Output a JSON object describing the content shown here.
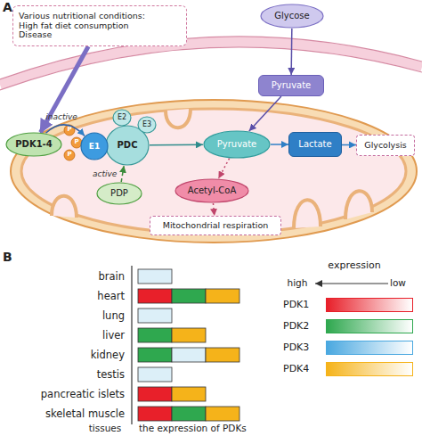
{
  "diagram": {
    "nodes": [
      {
        "text": [
          "Various nutritional conditions:",
          "High fat diet consumption",
          "Disease"
        ]
      },
      {
        "text": [
          "Glycose"
        ]
      },
      {
        "text": [
          "Pyruvate"
        ]
      },
      {
        "text": [
          "PDK1-4"
        ]
      },
      {
        "text": [
          "E2"
        ]
      },
      {
        "text": [
          "E3"
        ]
      },
      {
        "text": [
          "E1"
        ]
      },
      {
        "text": [
          "PDC"
        ]
      },
      {
        "text": [
          "PDP"
        ]
      },
      {
        "text": [
          "Pyruvate"
        ]
      },
      {
        "text": [
          "Lactate"
        ]
      },
      {
        "text": [
          "Glycolysis"
        ]
      },
      {
        "text": [
          "Acetyl-CoA"
        ]
      },
      {
        "text": [
          "Mitochondrial respiration"
        ]
      }
    ],
    "edges": [
      {
        "from": 0,
        "to": 3,
        "arrow": "to"
      },
      {
        "from": 1,
        "to": 2,
        "arrow": "to"
      },
      {
        "from": 2,
        "to": 9,
        "arrow": "to"
      },
      {
        "from": 3,
        "to": 6,
        "label": "inactive",
        "arrow": "to"
      },
      {
        "from": 8,
        "to": 7,
        "label": "active",
        "arrow": "to"
      },
      {
        "from": 7,
        "to": 9,
        "arrow": "to"
      },
      {
        "from": 9,
        "to": 10,
        "arrow": "to"
      },
      {
        "from": 10,
        "to": 11,
        "arrow": "to"
      },
      {
        "from": 9,
        "to": 12,
        "arrow": "to"
      },
      {
        "from": 12,
        "to": 13,
        "arrow": "to"
      }
    ],
    "labels": [
      "A",
      "P",
      "P",
      "P",
      "B",
      "brain",
      "heart",
      "lung",
      "liver",
      "kidney",
      "testis",
      "pancreatic islets",
      "skeletal muscle",
      "tissues",
      "the expression of PDKs",
      "expression",
      "high",
      "low"
    ],
    "legend": [
      {
        "text": "PDK1",
        "color": "#e8202a"
      },
      {
        "text": "PDK2",
        "color": "#2fa84f"
      },
      {
        "text": "PDK3",
        "color": "#4aa8e0"
      },
      {
        "text": "PDK4",
        "color": "#f5b31a"
      }
    ]
  }
}
